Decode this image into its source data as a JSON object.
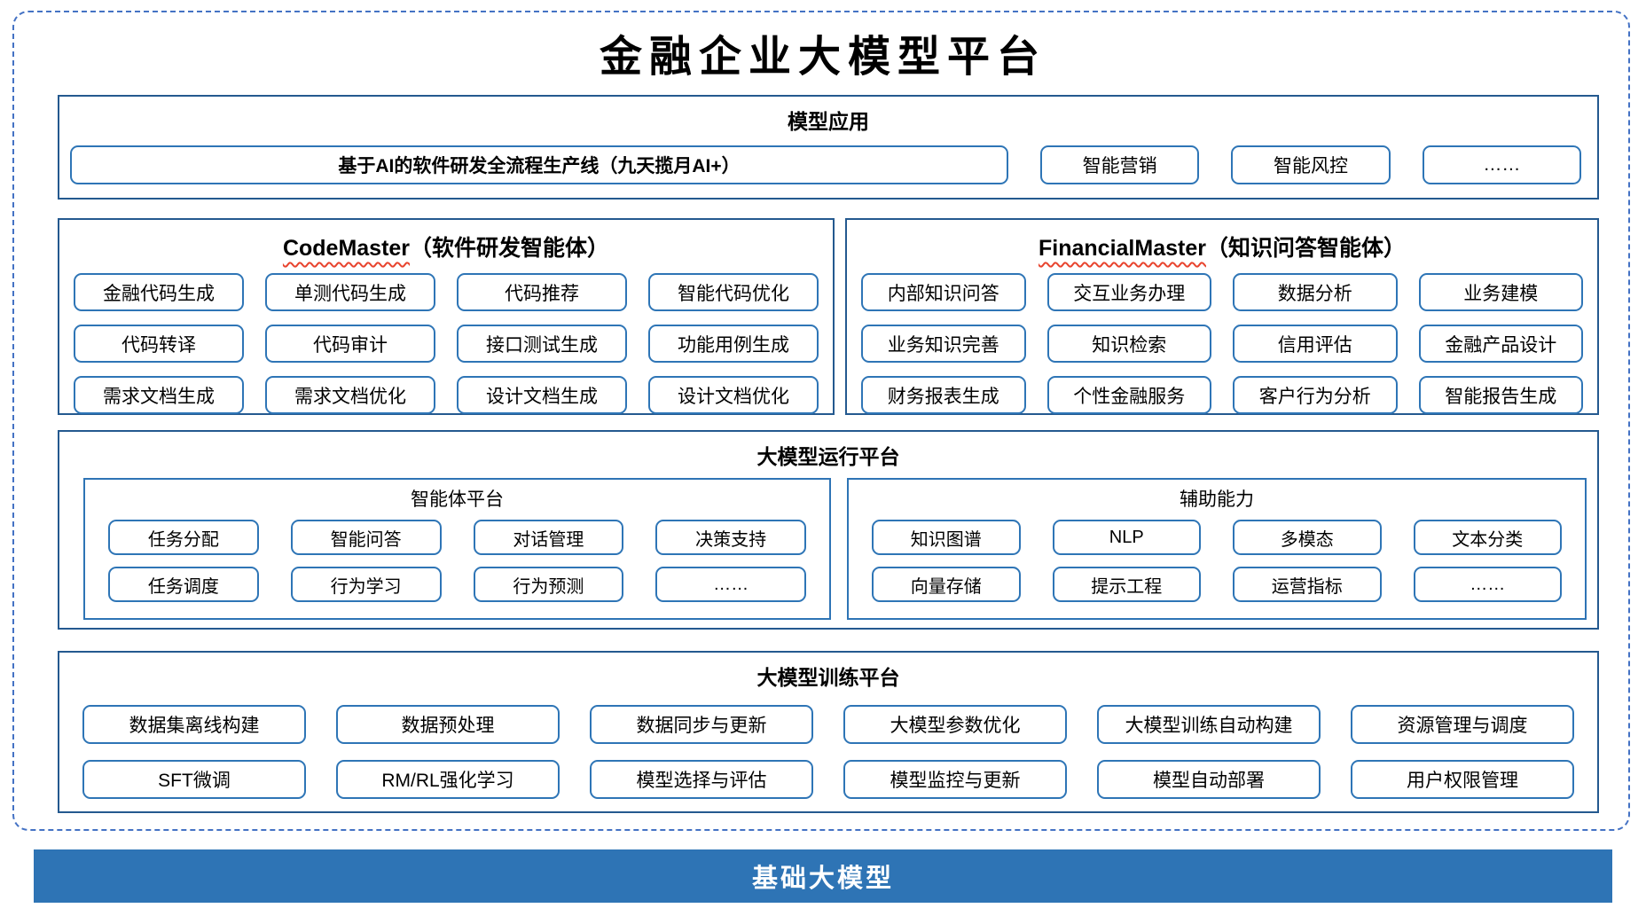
{
  "title": "金融企业大模型平台",
  "colors": {
    "section_border": "#24598F",
    "chip_border": "#2E75B6",
    "dashed_border": "#4472C4",
    "foundation_bar": "#2E74B5",
    "squiggle_red": "#E8442E"
  },
  "sections": {
    "model_apps": {
      "header": "模型应用",
      "wide_item": "基于AI的软件研发全流程生产线（九天揽月AI+）",
      "items": [
        "智能营销",
        "智能风控",
        "……"
      ]
    },
    "code_master": {
      "header_en": "CodeMaster",
      "header_zh": "（软件研发智能体）",
      "items": [
        "金融代码生成",
        "单测代码生成",
        "代码推荐",
        "智能代码优化",
        "代码转译",
        "代码审计",
        "接口测试生成",
        "功能用例生成",
        "需求文档生成",
        "需求文档优化",
        "设计文档生成",
        "设计文档优化"
      ]
    },
    "financial_master": {
      "header_en": "FinancialMaster",
      "header_zh": "（知识问答智能体）",
      "items": [
        "内部知识问答",
        "交互业务办理",
        "数据分析",
        "业务建模",
        "业务知识完善",
        "知识检索",
        "信用评估",
        "金融产品设计",
        "财务报表生成",
        "个性金融服务",
        "客户行为分析",
        "智能报告生成"
      ]
    },
    "runtime_platform": {
      "header": "大模型运行平台",
      "agent_platform": {
        "header": "智能体平台",
        "items": [
          "任务分配",
          "智能问答",
          "对话管理",
          "决策支持",
          "任务调度",
          "行为学习",
          "行为预测",
          "……"
        ]
      },
      "aux_ability": {
        "header": "辅助能力",
        "items": [
          "知识图谱",
          "NLP",
          "多模态",
          "文本分类",
          "向量存储",
          "提示工程",
          "运营指标",
          "……"
        ]
      }
    },
    "training_platform": {
      "header": "大模型训练平台",
      "items": [
        "数据集离线构建",
        "数据预处理",
        "数据同步与更新",
        "大模型参数优化",
        "大模型训练自动构建",
        "资源管理与调度",
        "SFT微调",
        "RM/RL强化学习",
        "模型选择与评估",
        "模型监控与更新",
        "模型自动部署",
        "用户权限管理"
      ]
    },
    "foundation": {
      "label": "基础大模型"
    }
  }
}
